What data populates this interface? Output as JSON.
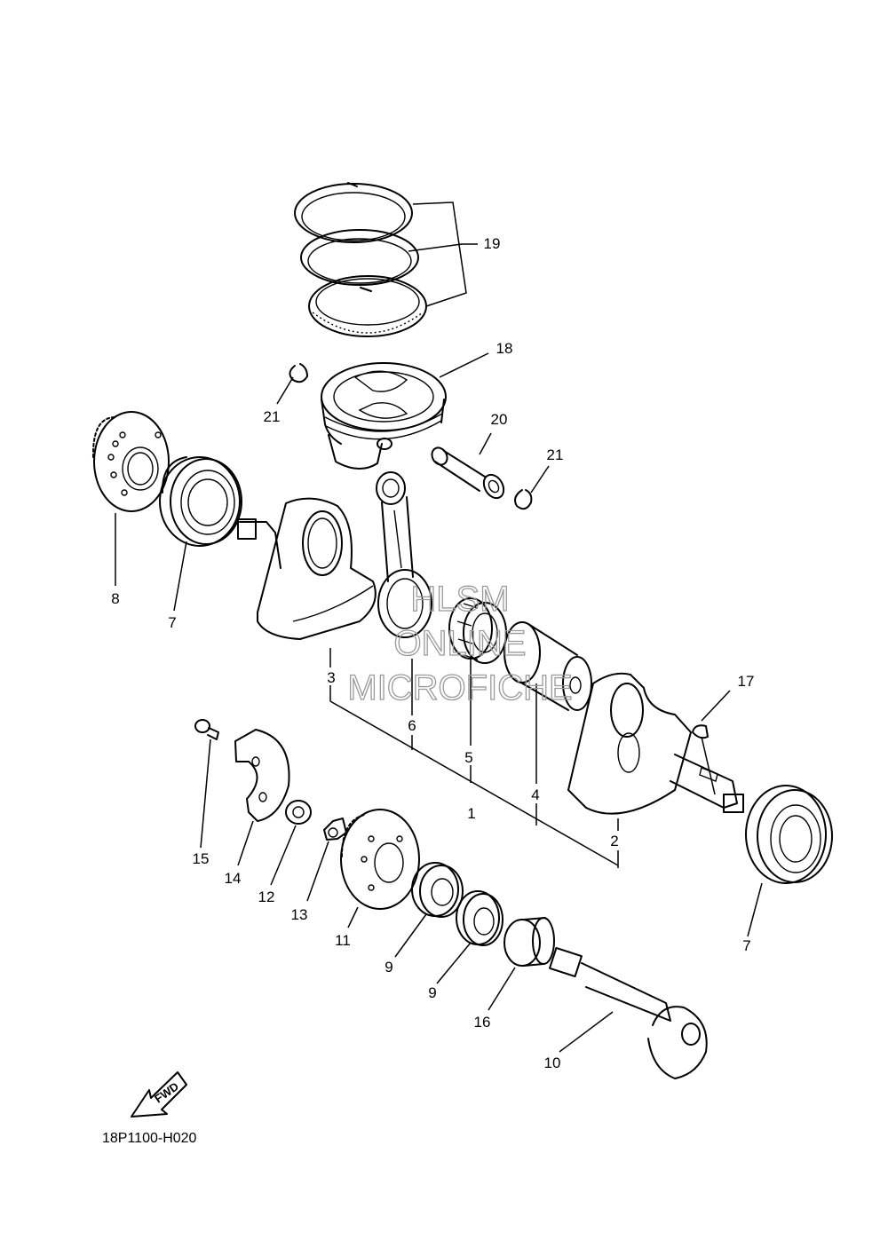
{
  "diagram_code": "18P1100-H020",
  "fwd_label": "FWD",
  "watermark": [
    "HLSM",
    "ONLINE",
    "MICROFICHE"
  ],
  "callouts": {
    "c1": "1",
    "c2": "2",
    "c3": "3",
    "c4": "4",
    "c5": "5",
    "c6": "6",
    "c7a": "7",
    "c7b": "7",
    "c8": "8",
    "c9a": "9",
    "c9b": "9",
    "c10": "10",
    "c11": "11",
    "c12": "12",
    "c13": "13",
    "c14": "14",
    "c15": "15",
    "c16": "16",
    "c17": "17",
    "c18": "18",
    "c19": "19",
    "c20": "20",
    "c21a": "21",
    "c21b": "21"
  }
}
